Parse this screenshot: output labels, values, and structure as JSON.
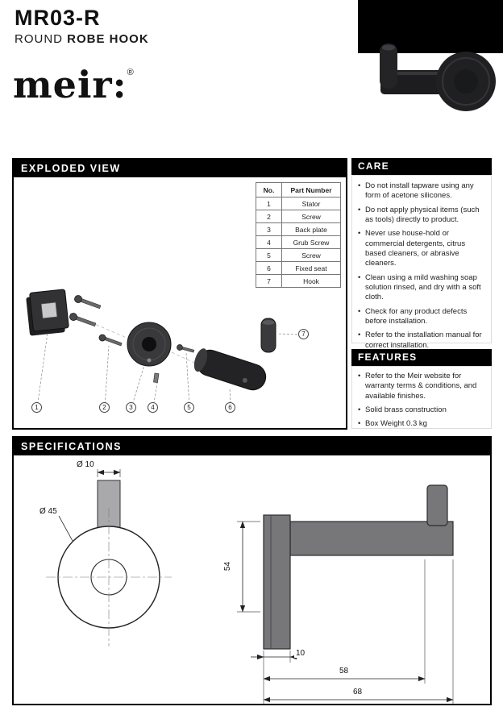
{
  "header": {
    "model": "MR03-R",
    "subtitle_light": "ROUND",
    "subtitle_bold": "ROBE HOOK",
    "logo": "meir:",
    "logo_mark": "®"
  },
  "exploded": {
    "title": "EXPLODED VIEW",
    "table": {
      "headers": [
        "No.",
        "Part Number"
      ],
      "rows": [
        {
          "no": "1",
          "part": "Stator"
        },
        {
          "no": "2",
          "part": "Screw"
        },
        {
          "no": "3",
          "part": "Back plate"
        },
        {
          "no": "4",
          "part": "Grub Screw"
        },
        {
          "no": "5",
          "part": "Screw"
        },
        {
          "no": "6",
          "part": "Fixed seat"
        },
        {
          "no": "7",
          "part": "Hook"
        }
      ]
    },
    "callouts": [
      "1",
      "2",
      "3",
      "4",
      "5",
      "6",
      "7"
    ]
  },
  "care": {
    "title": "CARE",
    "items": [
      "Do not install tapware using any form of acetone silicones.",
      "Do not apply physical items (such as tools) directly to product.",
      "Never use house-hold or commercial detergents, citrus based cleaners, or abrasive cleaners.",
      "Clean using a mild washing soap solution rinsed, and dry with a soft cloth.",
      "Check for any product defects before installation.",
      "Refer to the installation manual for correct installation."
    ]
  },
  "features": {
    "title": "FEATURES",
    "items": [
      "Refer to the Meir website for warranty terms & conditions, and available finishes.",
      "Solid brass construction",
      "Box Weight 0.3 kg"
    ]
  },
  "specifications": {
    "title": "SPECIFICATIONS",
    "dimensions": {
      "stem_diameter": "Ø 10",
      "plate_diameter": "Ø 45",
      "height": "54",
      "plate_depth": "10",
      "projection_inner": "58",
      "projection_total": "68"
    }
  }
}
